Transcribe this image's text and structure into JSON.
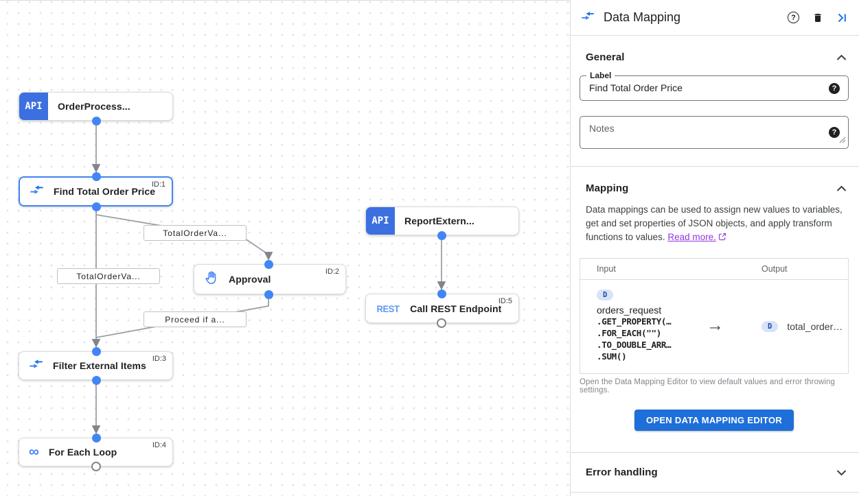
{
  "colors": {
    "accent_blue": "#4285F4",
    "node_chip_blue": "#3C6FE0",
    "button_blue": "#1E6FD9",
    "link_purple": "#9334E6",
    "edge_gray": "#9AA0A6"
  },
  "canvas": {
    "nodes": {
      "order_process": {
        "badge": "API",
        "title": "OrderProcess..."
      },
      "find_total": {
        "title": "Find Total Order Price",
        "id": "ID:1",
        "icon": "data-mapping-icon"
      },
      "approval": {
        "title": "Approval",
        "id": "ID:2",
        "icon": "pan-tool-hand-icon"
      },
      "report_external": {
        "badge": "API",
        "title": "ReportExtern..."
      },
      "call_rest": {
        "badge": "REST",
        "title": "Call REST Endpoint",
        "id": "ID:5"
      },
      "filter_items": {
        "title": "Filter External Items",
        "id": "ID:3",
        "icon": "data-mapping-icon"
      },
      "for_each": {
        "title": "For Each Loop",
        "id": "ID:4",
        "icon": "loop-icon",
        "icon_glyph": "∞"
      }
    },
    "edge_labels": {
      "l1": "TotalOrderVa...",
      "l2": "TotalOrderVa...",
      "l3": "Proceed if a..."
    }
  },
  "panel": {
    "header": {
      "title": "Data Mapping",
      "icons": [
        "help-icon",
        "trash-icon",
        "collapse-panel-icon"
      ]
    },
    "general": {
      "heading": "General",
      "label_field": {
        "label": "Label",
        "value": "Find Total Order Price"
      },
      "notes_placeholder": "Notes"
    },
    "mapping": {
      "heading": "Mapping",
      "description": "Data mappings can be used to assign new values to variables, get and set properties of JSON objects, and apply transform functions to values. ",
      "read_more": "Read more.",
      "table": {
        "input_header": "Input",
        "output_header": "Output",
        "input_badge": "D",
        "input_var": "orders_request",
        "input_fn_lines": [
          ".GET_PROPERTY(…",
          ".FOR_EACH(\"\")",
          ".TO_DOUBLE_ARR…",
          ".SUM()"
        ],
        "arrow": "→",
        "output_badge": "D",
        "output_value": "total_order…"
      },
      "footnote": "Open the Data Mapping Editor to view default values and error throwing settings.",
      "button_label": "OPEN DATA MAPPING EDITOR"
    },
    "error": {
      "heading": "Error handling"
    }
  }
}
